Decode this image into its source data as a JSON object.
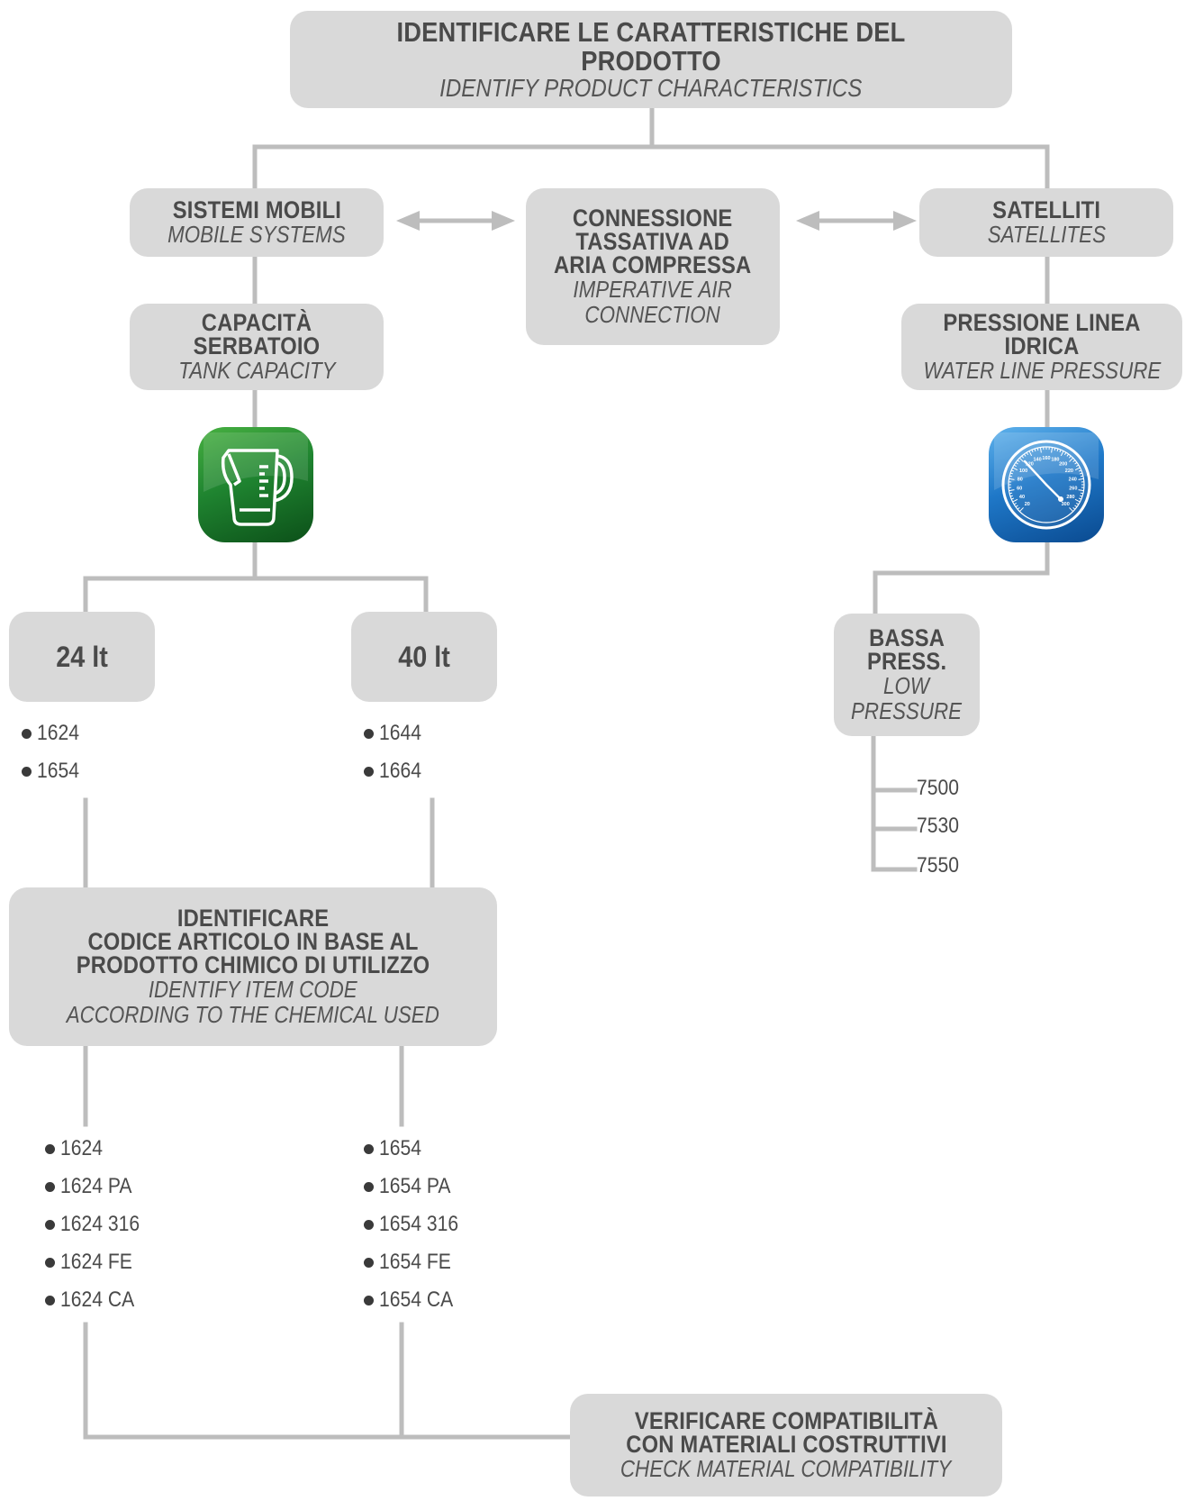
{
  "title_box": {
    "it": "IDENTIFICARE LE CARATTERISTICHE DEL PRODOTTO",
    "en": "IDENTIFY PRODUCT CHARACTERISTICS"
  },
  "mobile_box": {
    "it": "SISTEMI MOBILI",
    "en": "MOBILE SYSTEMS"
  },
  "air_box": {
    "it": "CONNESSIONE\nTASSATIVA AD\nARIA COMPRESSA",
    "en": "IMPERATIVE AIR\nCONNECTION"
  },
  "satellites_box": {
    "it": "SATELLITI",
    "en": "SATELLITES"
  },
  "tank_box": {
    "it": "CAPACITÀ SERBATOIO",
    "en": "TANK CAPACITY"
  },
  "pressure_box": {
    "it": "PRESSIONE LINEA IDRICA",
    "en": "WATER LINE PRESSURE"
  },
  "tank_icon": {
    "name": "jug-icon",
    "color_top": "#3aa33a",
    "color_bottom": "#0e5a1c"
  },
  "gauge_icon": {
    "name": "pressure-gauge-icon",
    "color_top": "#3e9be0",
    "color_bottom": "#0a4c94",
    "scale": [
      "20",
      "40",
      "60",
      "80",
      "100",
      "120",
      "140",
      "160",
      "180",
      "200",
      "220",
      "240",
      "260",
      "280",
      "300"
    ]
  },
  "size_24": "24 lt",
  "size_40": "40 lt",
  "codes_24": [
    "1624",
    "1654"
  ],
  "codes_40": [
    "1644",
    "1664"
  ],
  "low_pressure_box": {
    "it": "BASSA\nPRESS.",
    "en": "LOW\nPRESSURE"
  },
  "low_pressure_codes": [
    "7500",
    "7530",
    "7550"
  ],
  "identify_box": {
    "it": "IDENTIFICARE\nCODICE ARTICOLO IN BASE AL\nPRODOTTO CHIMICO DI UTILIZZO",
    "en": "IDENTIFY ITEM CODE\nACCORDING TO THE CHEMICAL USED"
  },
  "codes_1624": [
    "1624",
    "1624 PA",
    "1624 316",
    "1624 FE",
    "1624 CA"
  ],
  "codes_1654": [
    "1654",
    "1654 PA",
    "1654 316",
    "1654 FE",
    "1654 CA"
  ],
  "verify_box": {
    "it": "VERIFICARE COMPATIBILITÀ\nCON MATERIALI COSTRUTTIVI",
    "en": "CHECK MATERIAL COMPATIBILITY"
  },
  "colors": {
    "box_fill": "#d9d9d9",
    "connector": "#bdbdbd",
    "text": "#4a4a4a"
  }
}
